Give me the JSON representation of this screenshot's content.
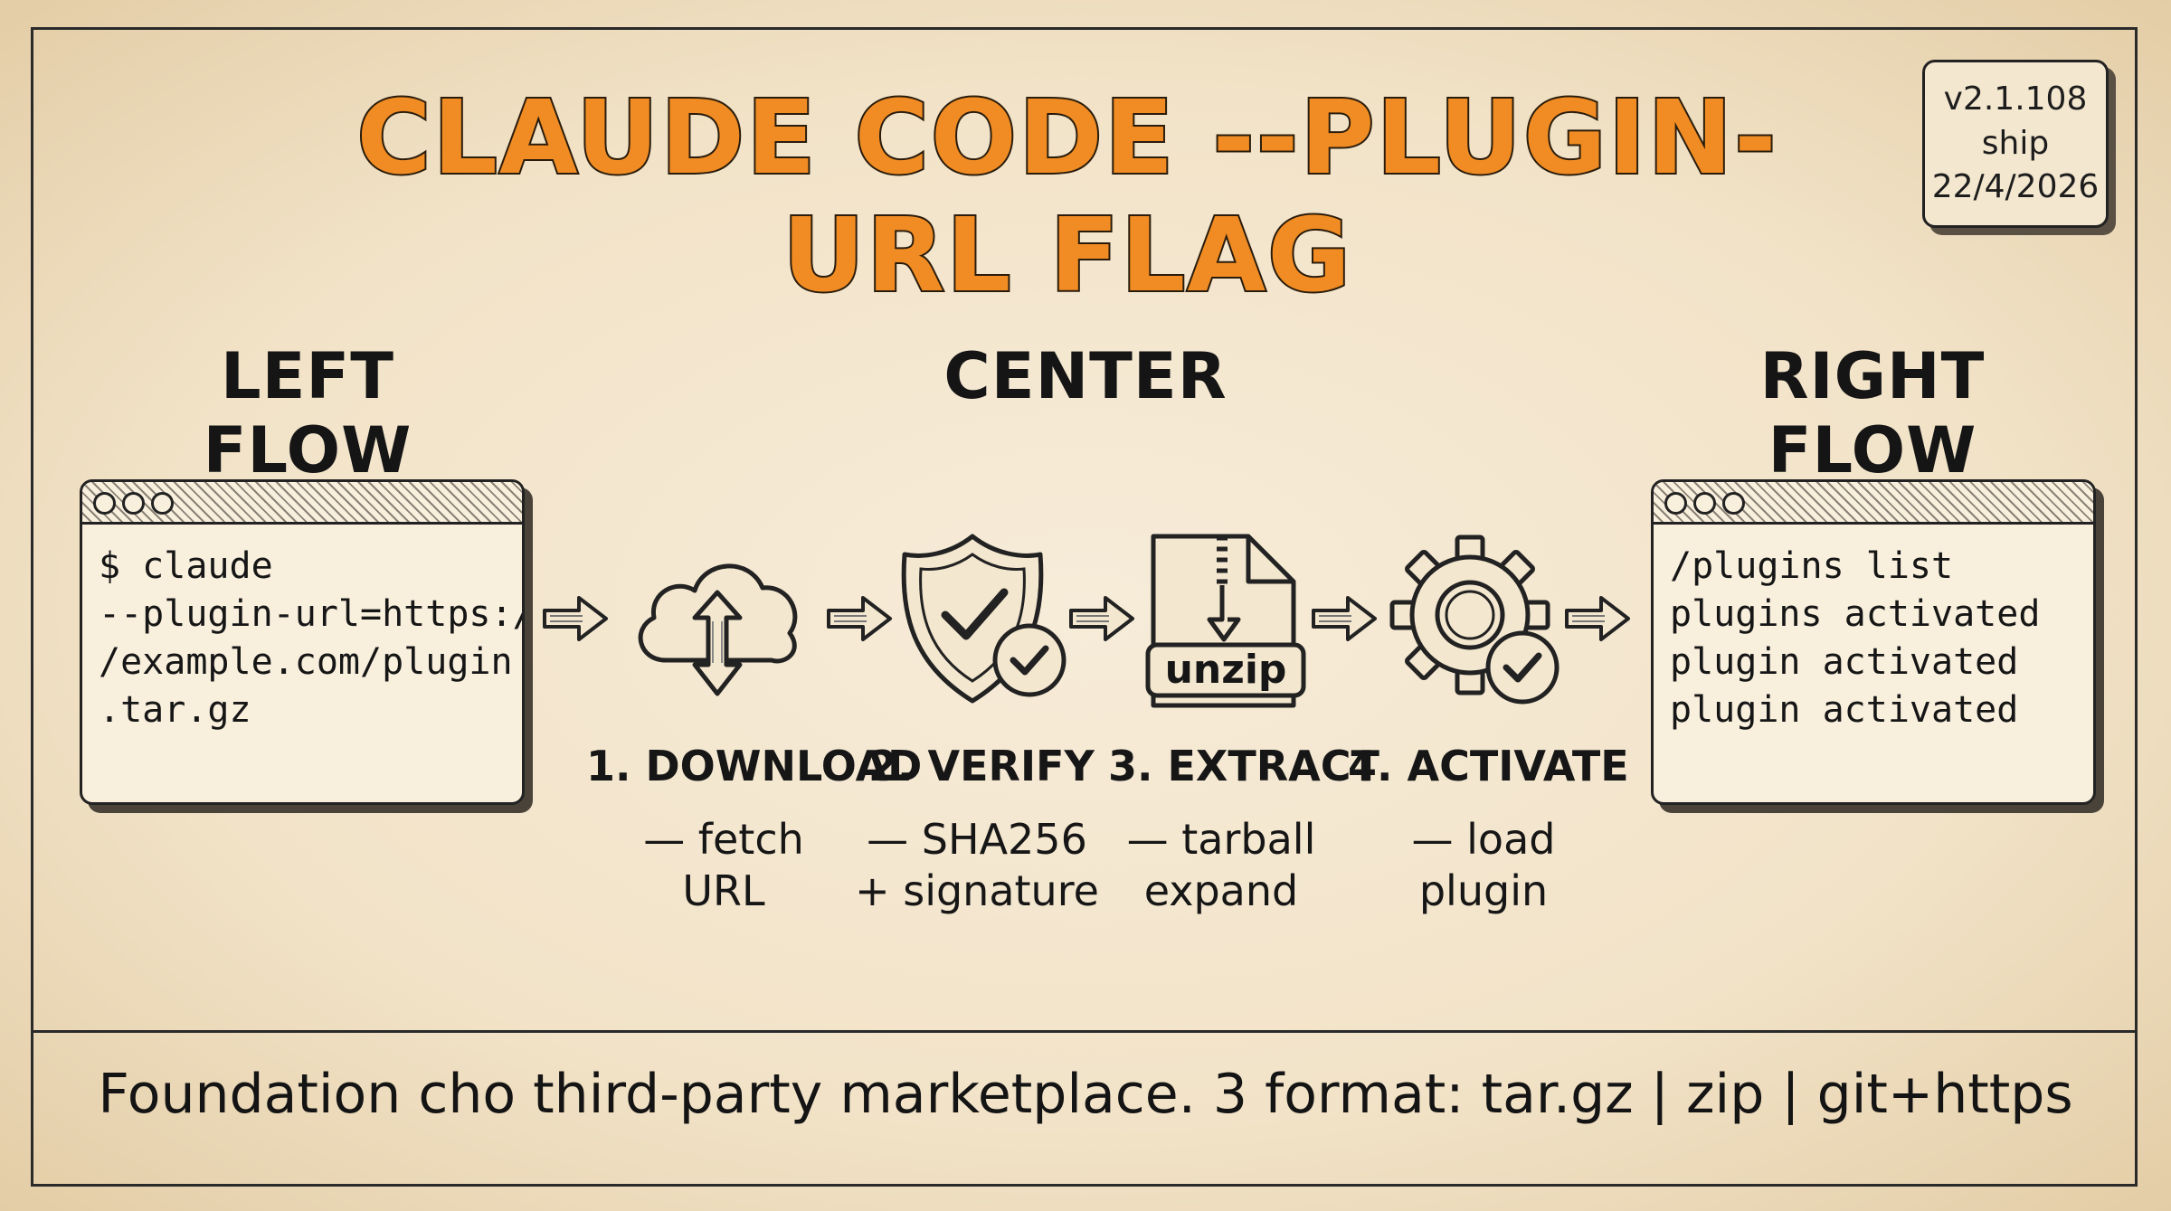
{
  "title": "CLAUDE CODE --PLUGIN-URL FLAG",
  "version_badge": {
    "line1": "v2.1.108",
    "line2": "ship",
    "line3": "22/4/2026"
  },
  "columns": {
    "left": "LEFT FLOW",
    "center": "CENTER",
    "right": "RIGHT FLOW"
  },
  "left_terminal": {
    "lines": [
      "$ claude",
      "--plugin-url=https:/",
      "/example.com/plugin",
      ".tar.gz"
    ]
  },
  "right_terminal": {
    "lines": [
      "/plugins list",
      "plugins activated",
      "plugin activated",
      "plugin activated"
    ]
  },
  "steps": [
    {
      "title": "1. DOWNLOAD",
      "desc": "— fetch\nURL",
      "icon": "cloud-download-icon"
    },
    {
      "title": "2. VERIFY",
      "desc": "— SHA256\n+ signature",
      "icon": "shield-check-icon"
    },
    {
      "title": "3. EXTRACT",
      "desc": "— tarball\nexpand",
      "icon": "zip-file-icon",
      "icon_label": "unzip"
    },
    {
      "title": "4. ACTIVATE",
      "desc": "— load\nplugin",
      "icon": "gear-check-icon"
    }
  ],
  "footer": "Foundation cho third-party marketplace. 3 format: tar.gz | zip | git+https",
  "colors": {
    "title": "#f08c23",
    "ink": "#1b1b1b",
    "paper": "#f4e7cf"
  }
}
